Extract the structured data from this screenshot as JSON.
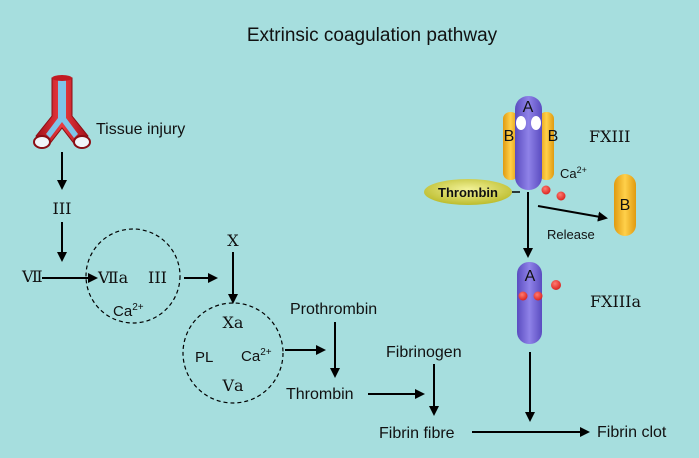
{
  "title": "Extrinsic coagulation pathway",
  "colors": {
    "background": "#a6dede",
    "subunit_a": "#7a6bd6",
    "subunit_b": "#f2b724",
    "thrombin": "#d9d94a",
    "calcium": "#e8322c",
    "vessel": "#d8262c"
  },
  "labels": {
    "tissue_injury": "Tissue injury",
    "factor_iii": "III",
    "factor_vii": "Ⅶ",
    "factor_viia": "Ⅶa",
    "factor_iii_complex": "III",
    "ca_complex1": "Ca",
    "ca_sup": "2+",
    "factor_x": "Ⅹ",
    "factor_xa": "Ⅹa",
    "pl": "PL",
    "ca_complex2": "Ca",
    "factor_va": "Ⅴa",
    "prothrombin": "Prothrombin",
    "thrombin": "Thrombin",
    "fibrinogen": "Fibrinogen",
    "fibrin_fibre": "Fibrin fibre",
    "fibrin_clot": "Fibrin clot",
    "fxiii": "FⅩIII",
    "fxiiia": "FⅩIIIa",
    "subunit_a_top": "A",
    "subunit_b_left": "B",
    "subunit_b_right": "B",
    "thrombin_enzyme": "Thrombin",
    "ca_release": "Ca",
    "release": "Release",
    "released_b": "B",
    "subunit_a_bottom": "A"
  }
}
